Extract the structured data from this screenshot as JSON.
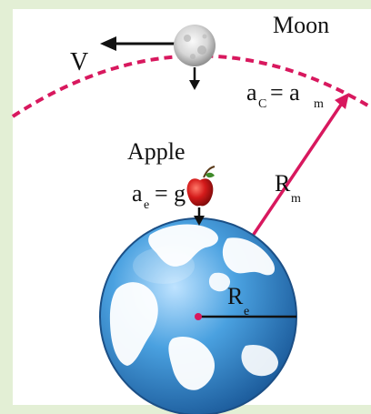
{
  "labels": {
    "moon": "Moon",
    "velocity": "V",
    "moon_accel_main": "a",
    "moon_accel_sub1": "C",
    "moon_accel_eq": "= a",
    "moon_accel_sub2": "m",
    "apple": "Apple",
    "apple_accel_main": "a",
    "apple_accel_sub": "e",
    "apple_accel_eq": "= g",
    "moon_radius_main": "R",
    "moon_radius_sub": "m",
    "earth_radius_main": "R",
    "earth_radius_sub": "e"
  },
  "colors": {
    "outer_background": "#e3efd5",
    "panel_background": "#ffffff",
    "orbit": "#d8185e",
    "radius_line": "#d8185e",
    "ocean": "#3f8fd0",
    "land": "#ffffff",
    "apple": "#d41a1a",
    "arrow": "#111111"
  },
  "icons": {
    "moon": "moon-icon",
    "earth": "earth-globe-icon",
    "apple": "apple-icon"
  }
}
